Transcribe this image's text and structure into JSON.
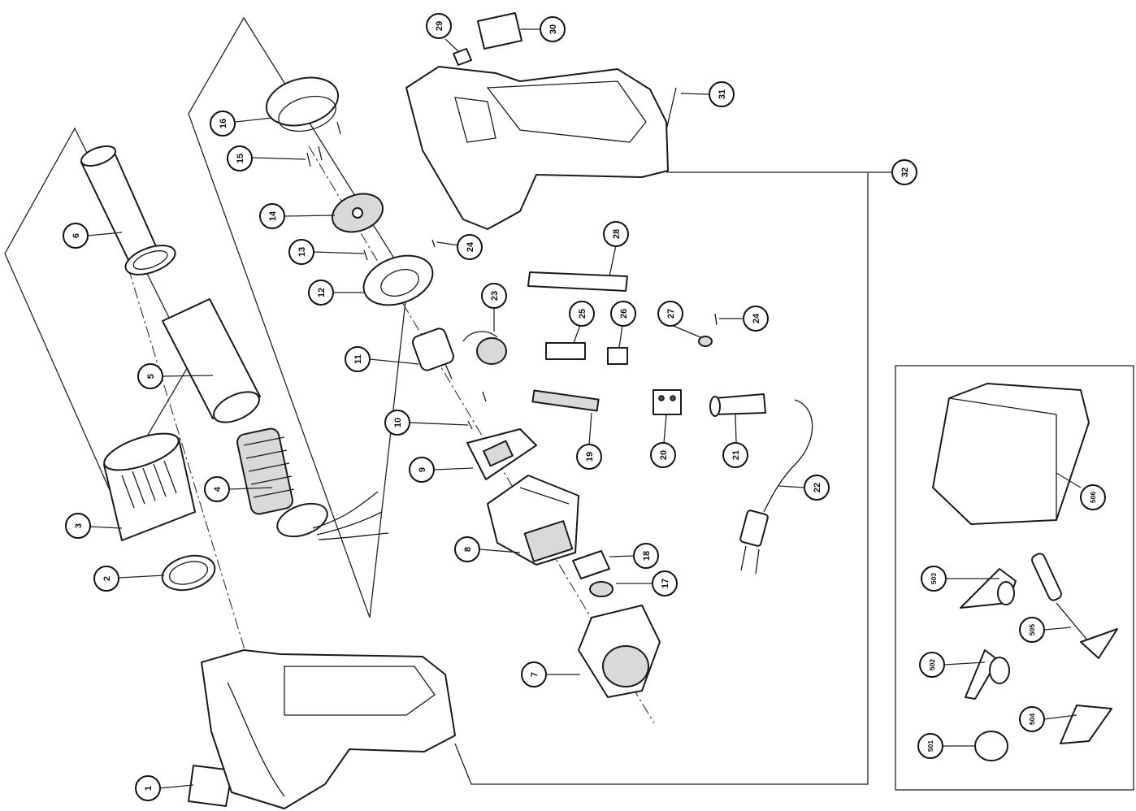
{
  "callouts": [
    {
      "id": "c1",
      "label": "1"
    },
    {
      "id": "c2",
      "label": "2"
    },
    {
      "id": "c3",
      "label": "3"
    },
    {
      "id": "c4",
      "label": "4"
    },
    {
      "id": "c5",
      "label": "5"
    },
    {
      "id": "c6",
      "label": "6"
    },
    {
      "id": "c7",
      "label": "7"
    },
    {
      "id": "c8",
      "label": "8"
    },
    {
      "id": "c9",
      "label": "9"
    },
    {
      "id": "c10",
      "label": "10"
    },
    {
      "id": "c11",
      "label": "11"
    },
    {
      "id": "c12",
      "label": "12"
    },
    {
      "id": "c13",
      "label": "13"
    },
    {
      "id": "c14",
      "label": "14"
    },
    {
      "id": "c15",
      "label": "15"
    },
    {
      "id": "c16",
      "label": "16"
    },
    {
      "id": "c17",
      "label": "17"
    },
    {
      "id": "c18",
      "label": "18"
    },
    {
      "id": "c19",
      "label": "19"
    },
    {
      "id": "c20",
      "label": "20"
    },
    {
      "id": "c21",
      "label": "21"
    },
    {
      "id": "c22",
      "label": "22"
    },
    {
      "id": "c23",
      "label": "23"
    },
    {
      "id": "c24a",
      "label": "24"
    },
    {
      "id": "c24b",
      "label": "24"
    },
    {
      "id": "c25",
      "label": "25"
    },
    {
      "id": "c26",
      "label": "26"
    },
    {
      "id": "c27",
      "label": "27"
    },
    {
      "id": "c28",
      "label": "28"
    },
    {
      "id": "c29",
      "label": "29"
    },
    {
      "id": "c30",
      "label": "30"
    },
    {
      "id": "c31",
      "label": "31"
    },
    {
      "id": "c32",
      "label": "32"
    },
    {
      "id": "c501",
      "label": "501"
    },
    {
      "id": "c502",
      "label": "502"
    },
    {
      "id": "c503",
      "label": "503"
    },
    {
      "id": "c504",
      "label": "504"
    },
    {
      "id": "c505",
      "label": "505"
    },
    {
      "id": "c506",
      "label": "506"
    }
  ]
}
